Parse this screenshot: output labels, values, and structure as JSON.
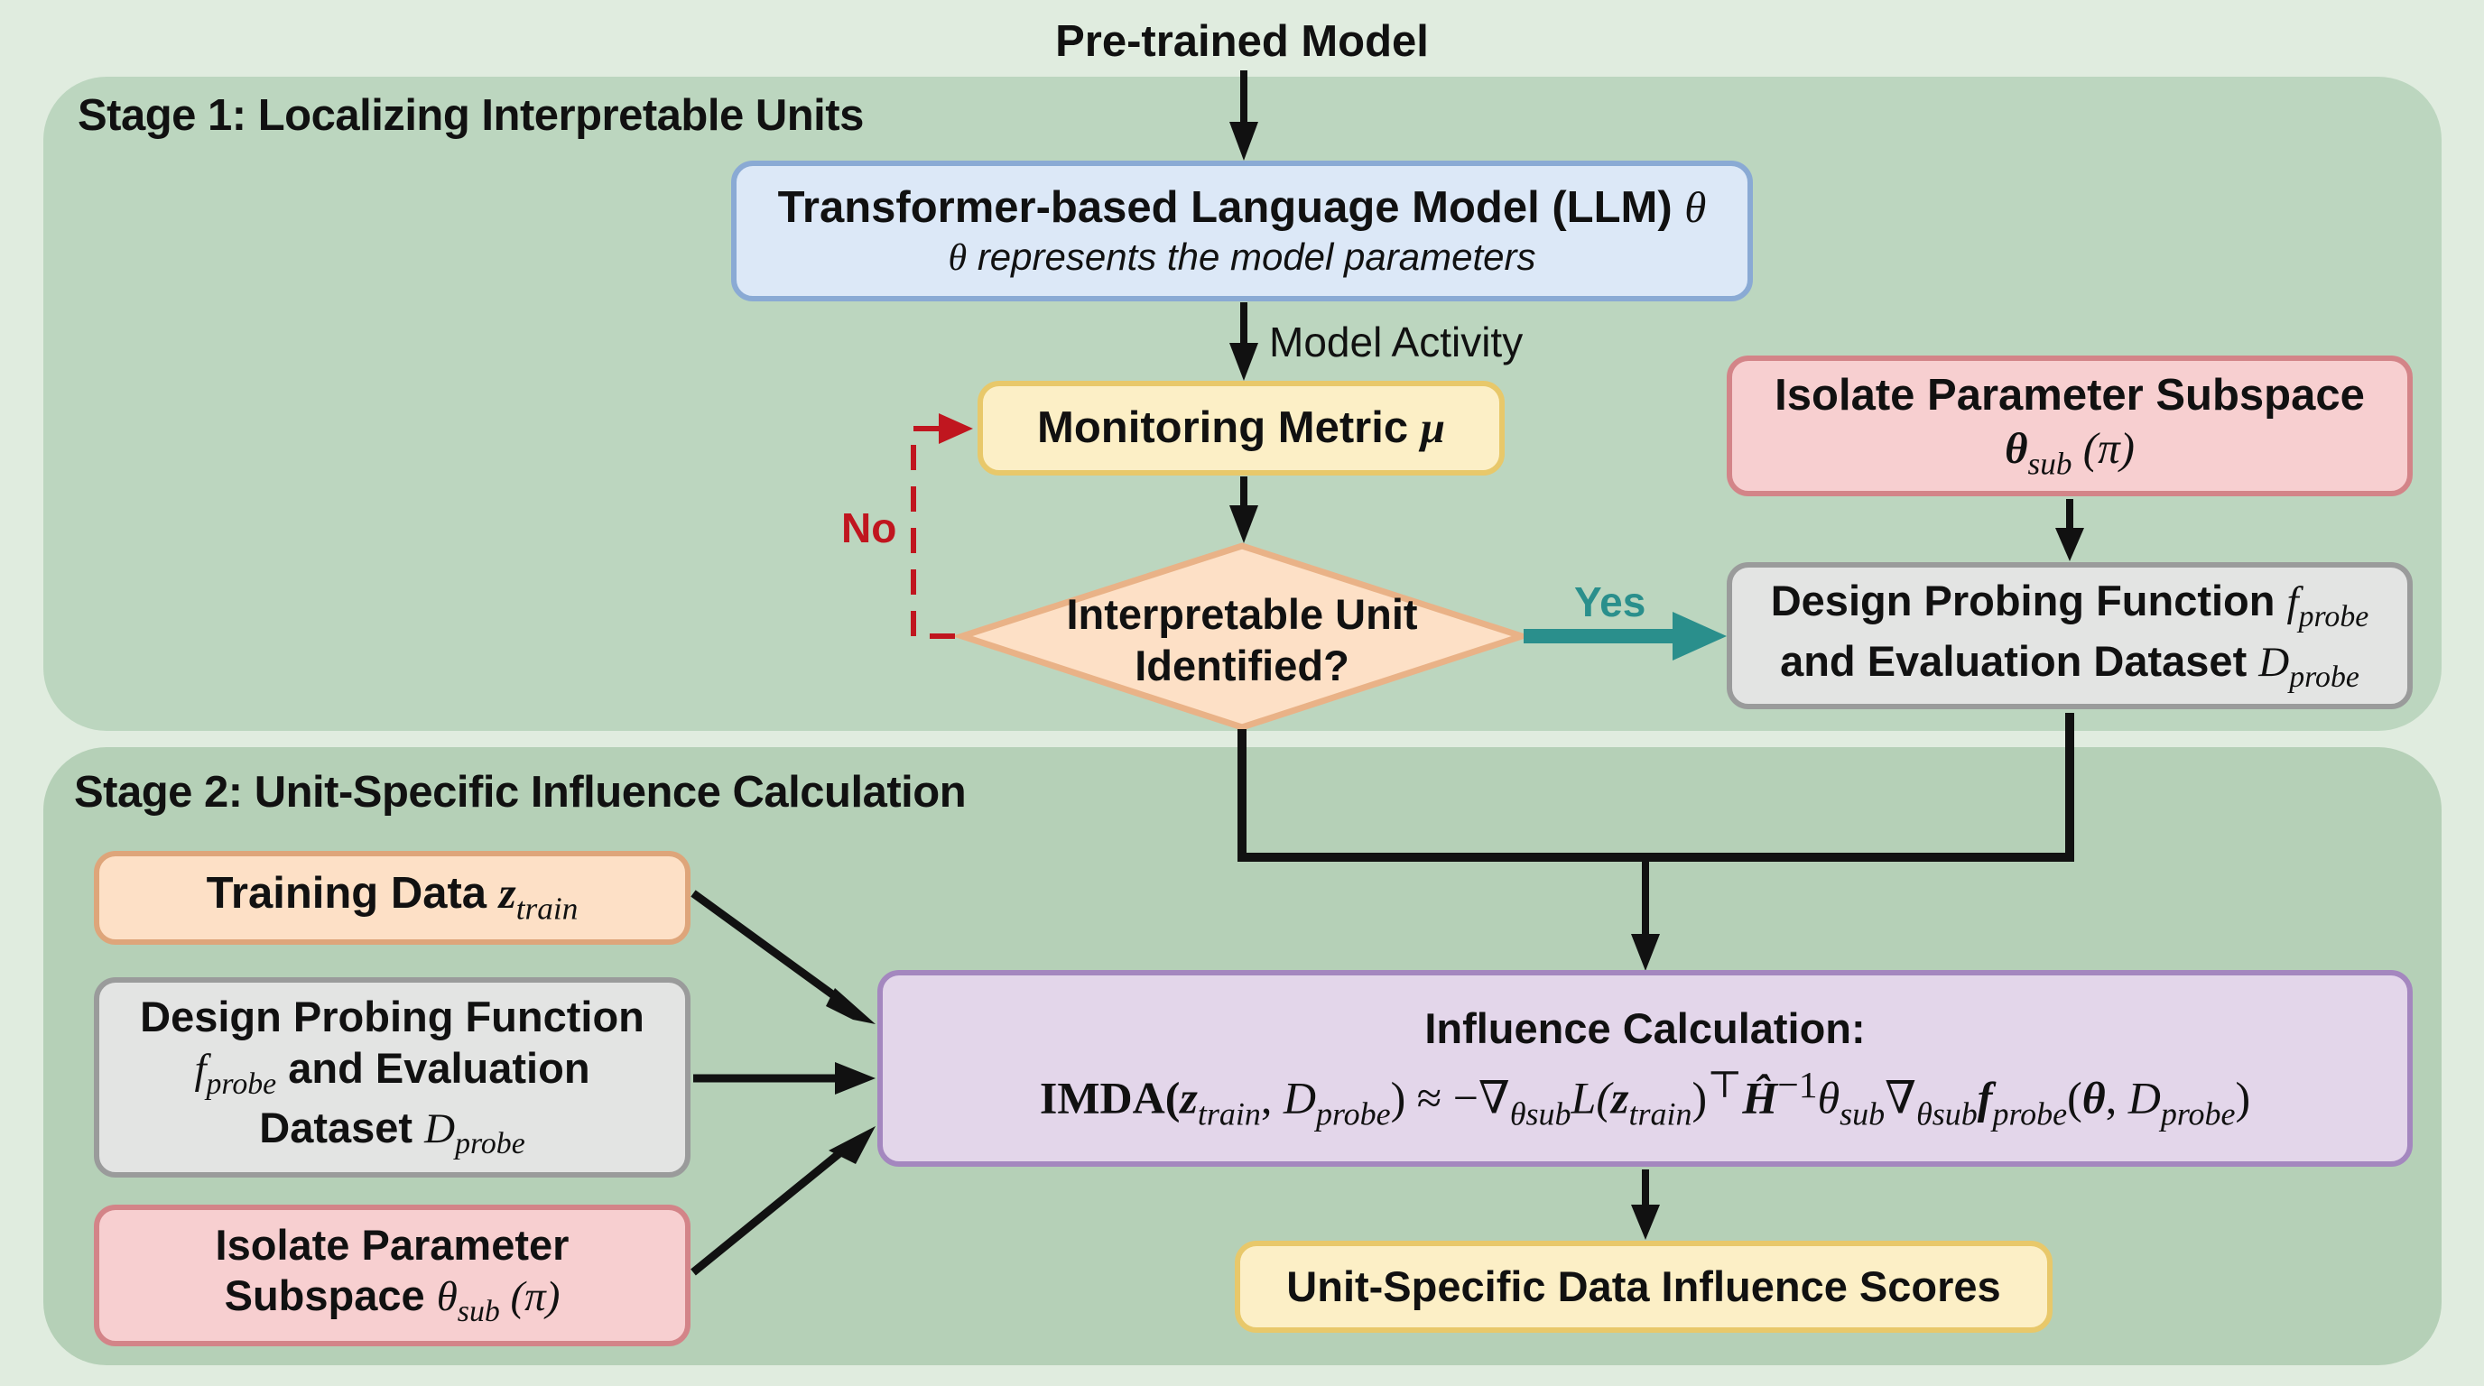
{
  "header": {
    "title": "Pre-trained Model"
  },
  "stage1": {
    "title": "Stage 1: Localizing Interpretable Units",
    "llm": {
      "title": "Transformer-based Language Model (LLM) ",
      "symbol": "θ",
      "subtitle_symbol": "θ",
      "subtitle": " represents the model parameters"
    },
    "edge_label_activity": "Model Activity",
    "monitoring": {
      "label": "Monitoring Metric ",
      "symbol": "μ"
    },
    "decision": {
      "line1": "Interpretable Unit",
      "line2": "Identified?"
    },
    "no_label": "No",
    "yes_label": "Yes",
    "isolate": {
      "line1": "Isolate Parameter Subspace",
      "theta": "θ",
      "sub": "sub",
      "pi": " (π)"
    },
    "probe": {
      "line1": "Design Probing Function ",
      "f": "f",
      "f_sub": "probe",
      "line2": "and Evaluation Dataset ",
      "d": "D",
      "d_sub": "probe"
    }
  },
  "stage2": {
    "title": "Stage 2: Unit-Specific Influence Calculation",
    "training": {
      "label": "Training Data ",
      "z": "z",
      "z_sub": "train"
    },
    "probe": {
      "line1": "Design Probing Function",
      "f": "f",
      "f_sub": "probe",
      "line2": " and Evaluation",
      "line3": "Dataset ",
      "d": "D",
      "d_sub": "probe"
    },
    "isolate": {
      "line1": "Isolate Parameter",
      "line2": "Subspace ",
      "theta": "θ",
      "sub": "sub",
      "pi": " (π)"
    },
    "influence": {
      "title": "Influence Calculation:",
      "formula": {
        "imda": "IMDA(",
        "z": "z",
        "train": "train",
        "comma": ", ",
        "d": "D",
        "probe": "probe",
        "approx": ") ≈ −∇",
        "theta_sub": "θsub",
        "loss": "L(",
        "z2": "z",
        "train2": "train",
        "close_t": ")",
        "transpose": "⊤",
        "hhat": "Ĥ",
        "inv": "−1",
        "theta": "θ",
        "sub": "sub",
        "nabla": "∇",
        "theta_sub2": "θsub",
        "f": "f",
        "fprobe": "probe",
        "args_open": "(",
        "theta_b": "θ",
        "comma2": ", ",
        "d2": "D",
        "probe2": "probe",
        "args_close": ")"
      }
    },
    "scores": "Unit-Specific Data Influence Scores"
  },
  "colors": {
    "background": "#e0ecdf",
    "stage_panel": "#bcd6bf",
    "no_arrow": "#c0161f",
    "yes_arrow": "#2a8f8c",
    "arrow": "#111111"
  }
}
